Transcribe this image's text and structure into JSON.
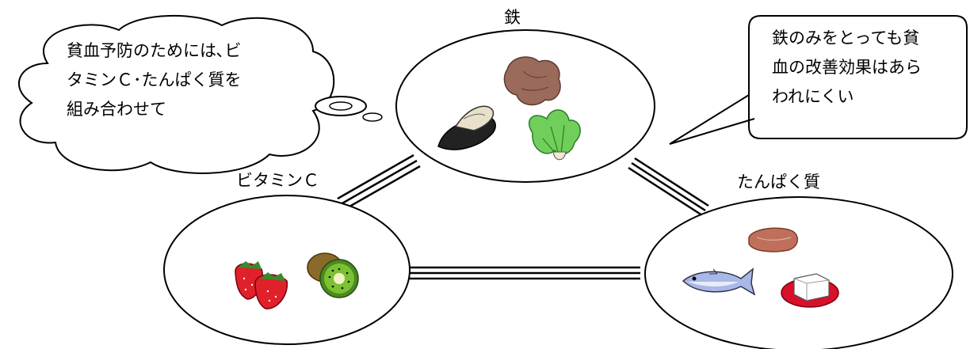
{
  "groups": {
    "iron": {
      "label": "鉄"
    },
    "vitamin_c": {
      "label": "ビタミンＣ"
    },
    "protein": {
      "label": "たんぱく質"
    }
  },
  "thought_bubble": {
    "lines": [
      "貧血予防のためには､ビ",
      "タミンＣ･たんぱく質を",
      "組み合わせて"
    ]
  },
  "speech_bubble": {
    "lines": [
      "鉄のみをとっても貧",
      "血の改善効果はあら",
      "われにくい"
    ]
  },
  "colors": {
    "outline": "#000000",
    "liver": "#9a6a5a",
    "strawberry": "#e0202a",
    "kiwi_flesh": "#7bc232",
    "kiwi_skin": "#8a6a2a",
    "greens": "#6fcf5a",
    "fish_body": "#a8b8e8",
    "tofu_plate": "#d8102a",
    "meat": "#c0705a"
  },
  "icons": [
    "liver-icon",
    "oyster-icon",
    "leafy-greens-icon",
    "strawberry-icon",
    "kiwi-icon",
    "meat-icon",
    "fish-icon",
    "tofu-icon"
  ]
}
